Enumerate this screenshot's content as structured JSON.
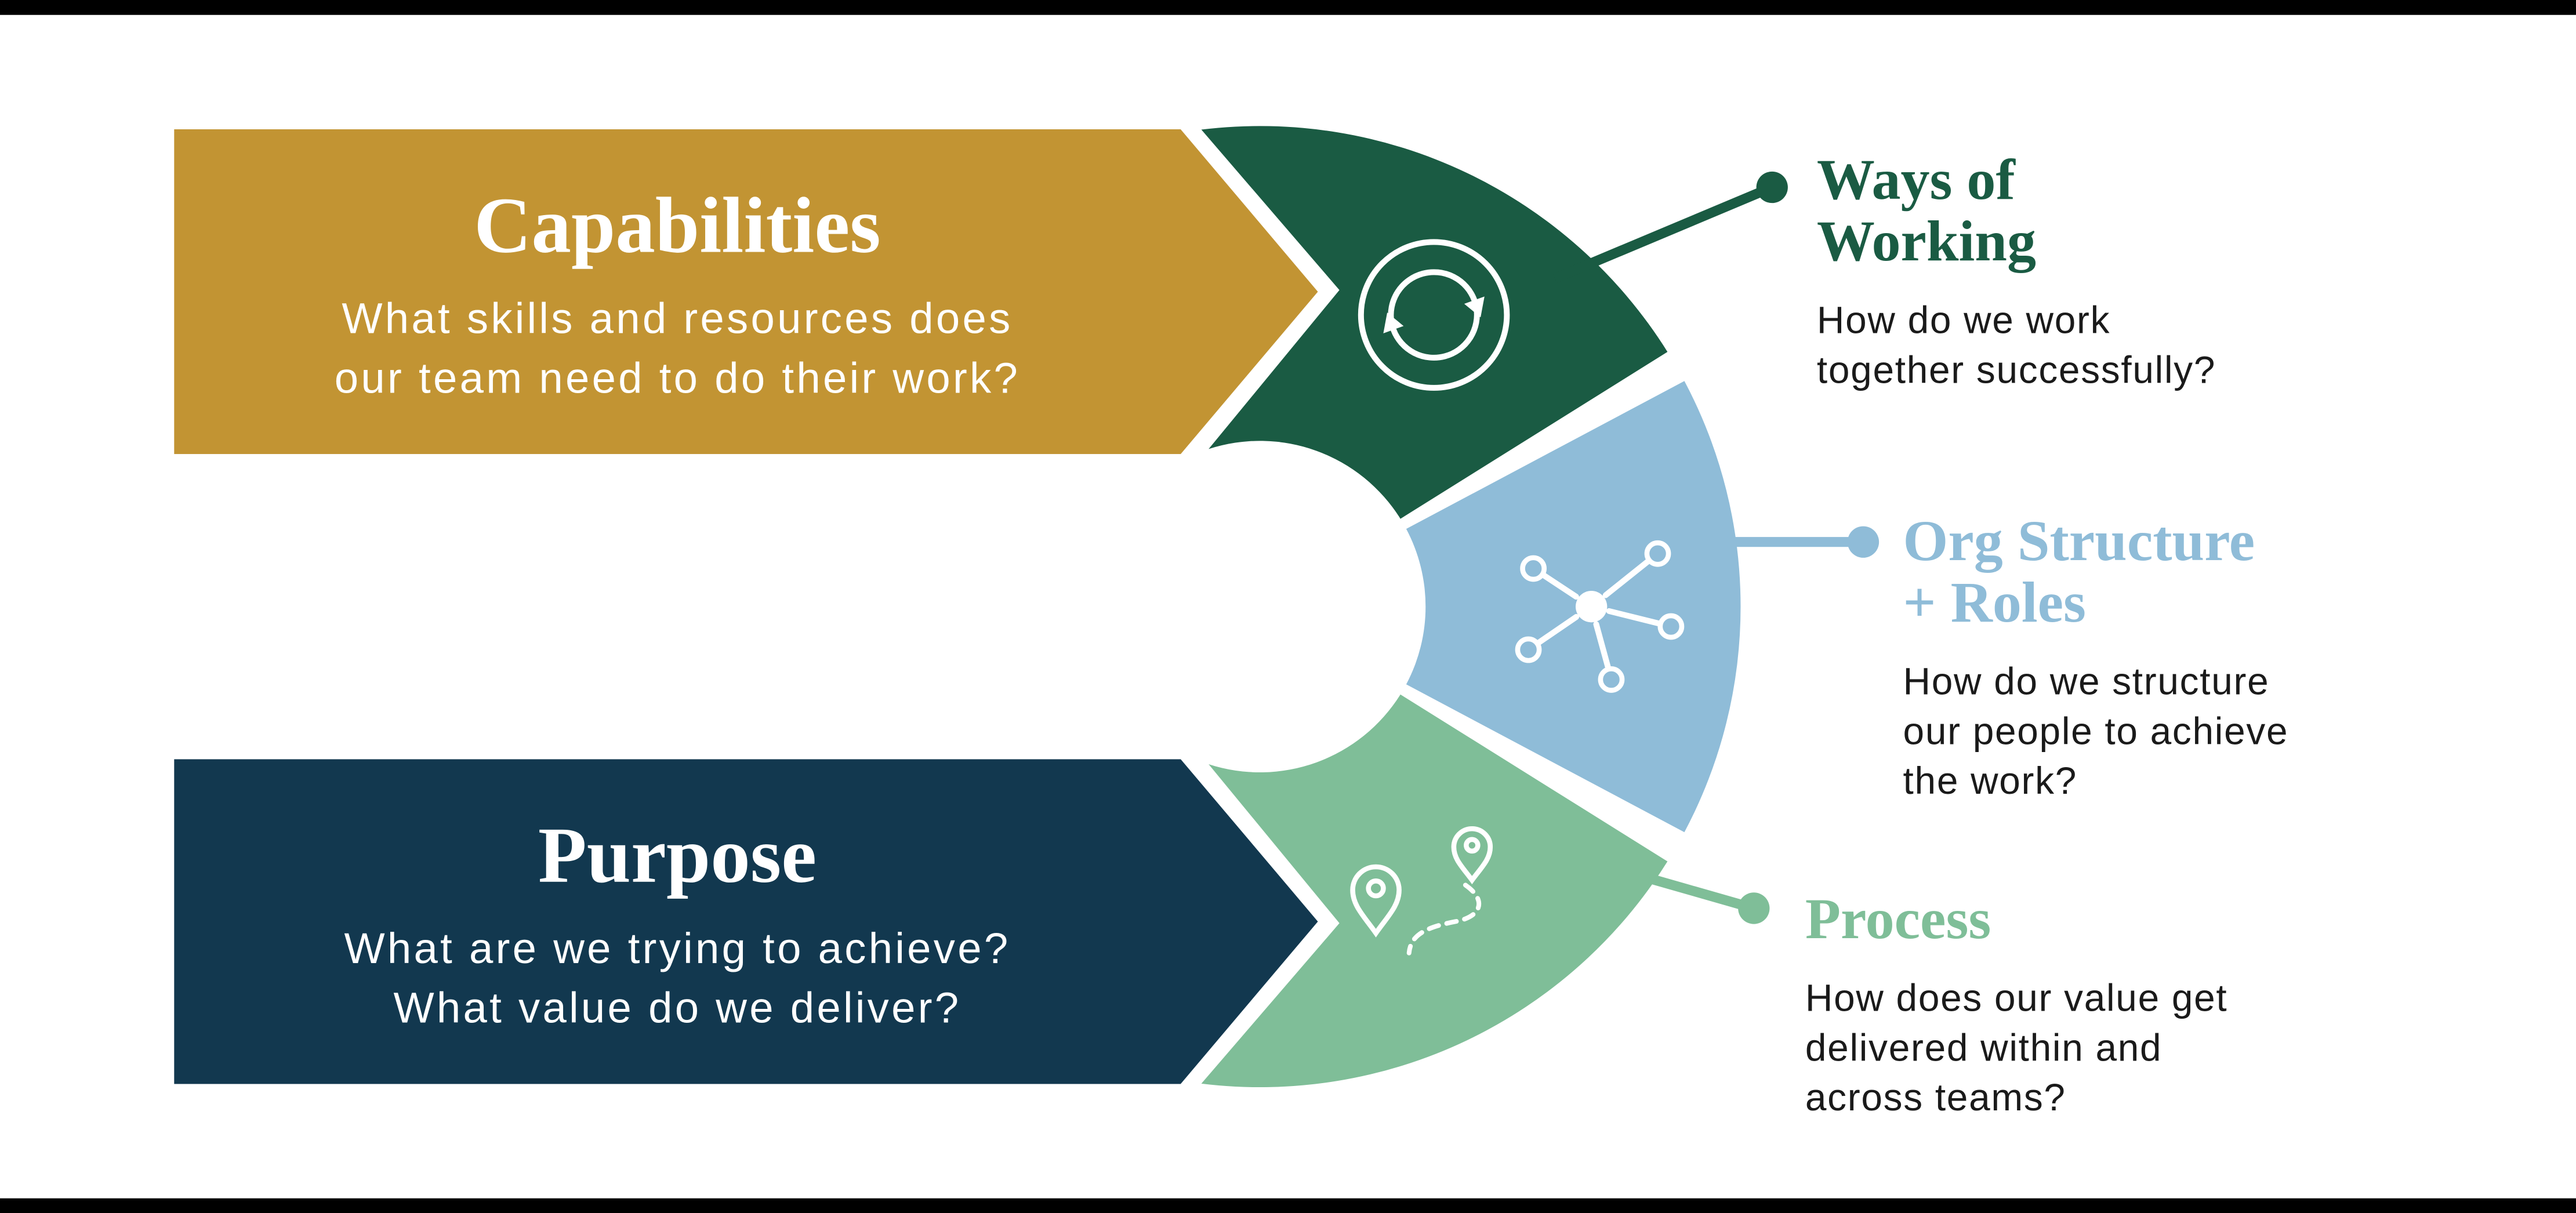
{
  "banners": {
    "capabilities": {
      "title": "Capabilities",
      "subtitle": "What skills and resources does\nour team need to do their work?",
      "color": "#C29433"
    },
    "purpose": {
      "title": "Purpose",
      "subtitle": "What are we trying to achieve?\nWhat value do we deliver?",
      "color": "#12384F"
    }
  },
  "segments": {
    "ways_of_working": {
      "label": "Ways of\nWorking",
      "description": "How do we work\ntogether successfully?",
      "color": "#1A5B43",
      "icon": "cycle-arrows-icon"
    },
    "org_structure": {
      "label": "Org Structure\n+ Roles",
      "description": "How do we structure\nour people to achieve\nthe work?",
      "color": "#8FBCD8",
      "icon": "network-nodes-icon"
    },
    "process": {
      "label": "Process",
      "description": "How does our value get\ndelivered within and\nacross teams?",
      "color": "#7FBE98",
      "icon": "route-map-pins-icon"
    }
  }
}
